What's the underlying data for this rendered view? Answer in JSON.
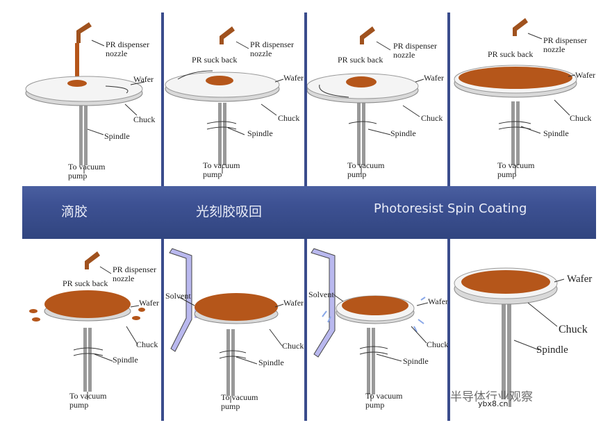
{
  "labels": {
    "nozzle": "PR dispenser\nnozzle",
    "suck_back": "PR suck back",
    "wafer": "Wafer",
    "chuck": "Chuck",
    "spindle": "Spindle",
    "vacuum": "To vacuum\npump",
    "solvent": "Solvent"
  },
  "band": {
    "step1": "滴胶",
    "step2": "光刻胶吸回",
    "title": "Photoresist Spin Coating"
  },
  "watermark": {
    "text": "半导体行业观察",
    "domain": "ybx8.cn"
  },
  "colors": {
    "photoresist": "#b5561a",
    "nozzle": "#a0521e",
    "band": "#3d5193",
    "solvent": "#b9b8ee"
  }
}
